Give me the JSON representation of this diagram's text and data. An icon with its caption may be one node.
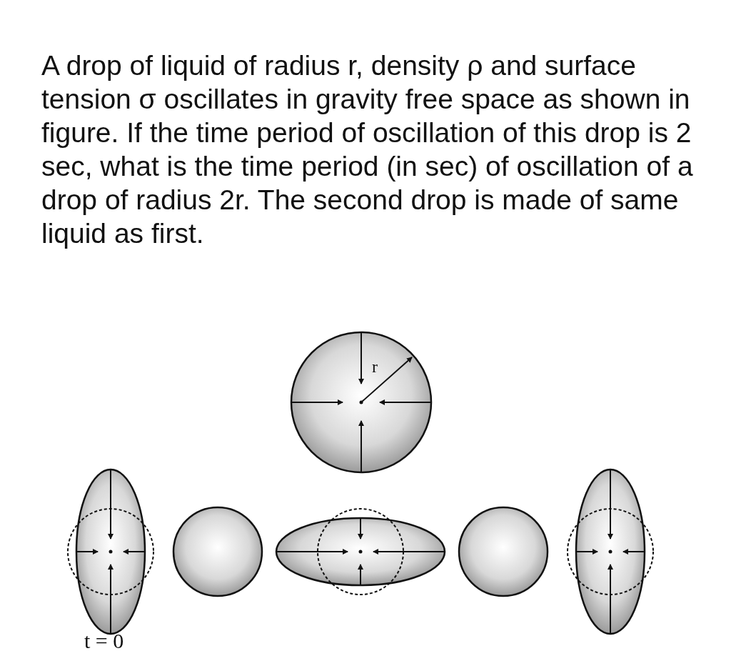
{
  "diagram": {
    "labels": [
      "A drop of liquid of radius r, density ρ and surface tension σ oscillates in gravity free space as shown in figure. If the time period of oscillation of this drop is 2 sec, what is the time period (in sec) of oscillation of a drop of radius 2r. The second drop is made of same liquid as first.",
      "r",
      "t = 0"
    ]
  }
}
